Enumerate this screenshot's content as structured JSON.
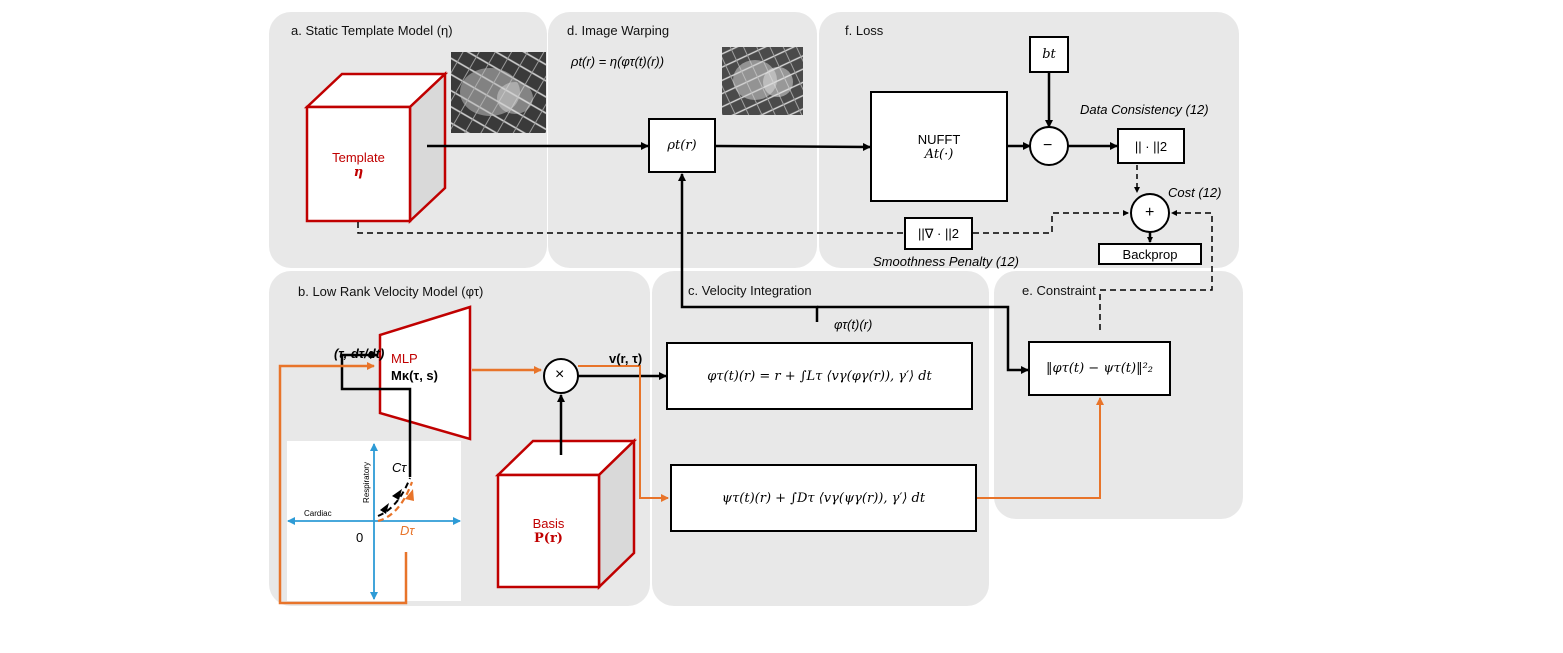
{
  "panels": {
    "a": "a. Static Template Model (η)",
    "d": "d. Image Warping",
    "f": "f. Loss",
    "b": "b. Low Rank Velocity  Model  (φτ)",
    "c": "c. Velocity Integration",
    "e": "e. Constraint"
  },
  "template": {
    "name": "Template",
    "symbol": "η"
  },
  "basis": {
    "name": "Basis",
    "symbol": "P(r)"
  },
  "warp_equation": "ρt(r) = η(φτ(t)(r))",
  "rho_box": "ρt(r)",
  "nufft": {
    "name": "NUFFT",
    "op": "At(·)"
  },
  "bt": "bt",
  "minus": "−",
  "plus": "+",
  "times": "×",
  "data_consistency": "Data Consistency (12)",
  "l2_norm": "|| · ||2",
  "cost": "Cost (12)",
  "backprop": "Backprop",
  "smooth_norm": "||∇ · ||2",
  "smoothness": "Smoothness Penalty (12)",
  "mlp": {
    "name": "MLP",
    "func": "Mκ(τ, s)"
  },
  "mlp_input": "(τ, dτ/dt)",
  "velocity_label": "v(r, τ)",
  "phi_label": "φτ(t)(r)",
  "integration_phi": "φτ(t)(r) = r + ∫Lτ ⟨vγ(φγ(r)), γ′⟩ dt",
  "integration_psi": "ψτ(t)(r) + ∫Dτ ⟨vγ(ψγ(r)), γ′⟩ dt",
  "constraint_eq": "‖φτ(t) − ψτ(t)‖²₂",
  "plot": {
    "xaxis": "Cardiac",
    "yaxis": "Respiratory",
    "origin": "0",
    "c_label": "Cτ",
    "d_label": "Dτ"
  },
  "colors": {
    "panel": "#e8e8e8",
    "red": "#c00000",
    "orange": "#e8742a",
    "blue": "#2e9bd6",
    "black": "#000000"
  }
}
